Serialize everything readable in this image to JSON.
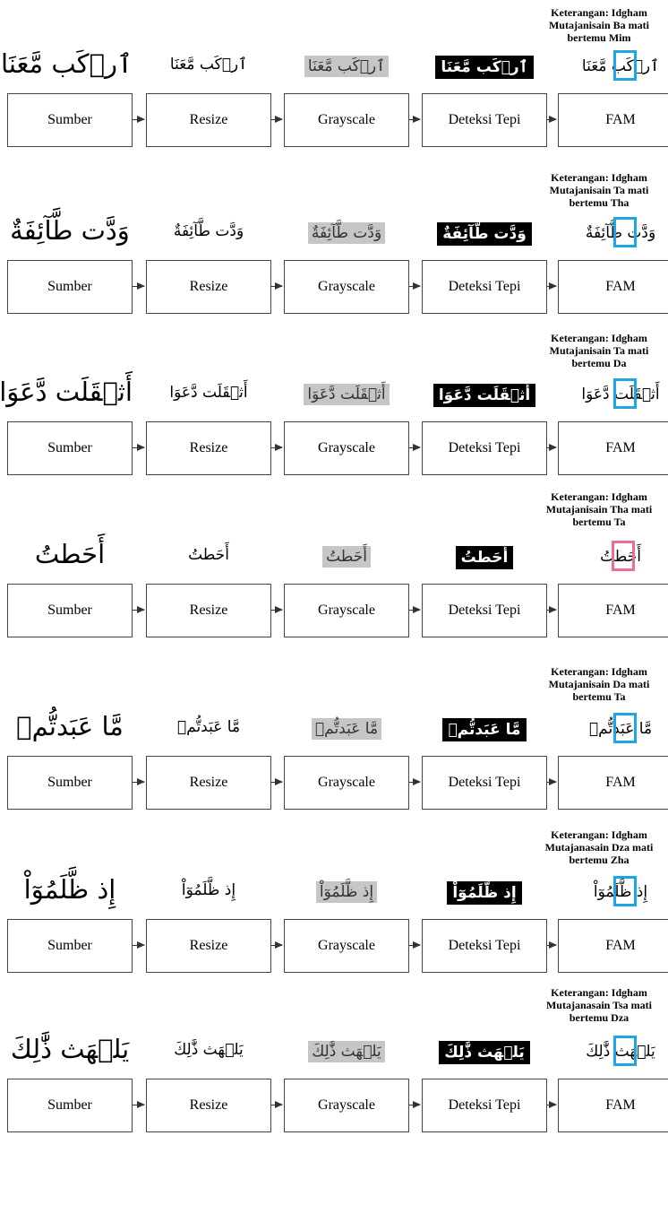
{
  "boxes": [
    "Sumber",
    "Resize",
    "Grayscale",
    "Deteksi Tepi",
    "FAM"
  ],
  "colors": {
    "highlight": "#1aa7e8",
    "highlight_alt": "#e8708f",
    "grayscale_bg": "#c6c6c6",
    "edge_bg": "#000000"
  },
  "rows": [
    {
      "arabic": "ٱرۡكَب مَّعَنَا",
      "note": "Keterangan: Idgham Mutajanisain Ba mati bertemu Mim"
    },
    {
      "arabic": "وَدَّت طَّآئِفَةٌ",
      "note": "Keterangan: Idgham Mutajanisain Ta mati bertemu Tha"
    },
    {
      "arabic": "أَثۡقَلَت دَّعَوَا",
      "note": "Keterangan: Idgham Mutajanisain Ta mati bertemu Da"
    },
    {
      "arabic": "أَحَطتُ",
      "note": "Keterangan: Idgham Mutajanisain Tha mati bertemu Ta"
    },
    {
      "arabic": "مَّا عَبَدتُّمۡ",
      "note": "Keterangan: Idgham Mutajanisain Da mati bertemu Ta"
    },
    {
      "arabic": "إِذ ظَّلَمُوٓاْ",
      "note": "Keterangan: Idgham Mutajanasain Dza mati bertemu Zha"
    },
    {
      "arabic": "يَلۡهَث ذَّٰلِكَ",
      "note": "Keterangan: Idgham Mutajanasain Tsa mati bertemu Dza"
    }
  ]
}
